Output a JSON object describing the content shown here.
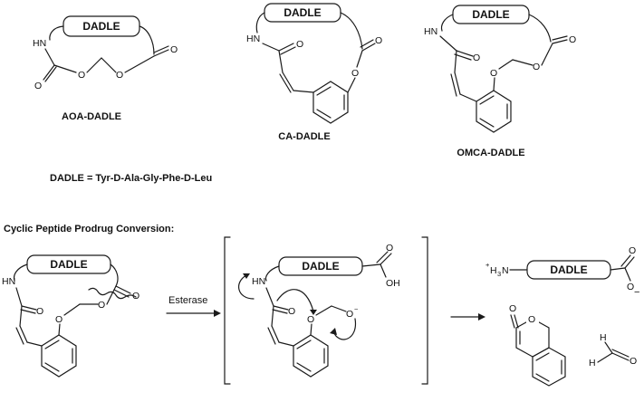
{
  "peptide_box": "DADLE",
  "structures": {
    "aoa": "AOA-DADLE",
    "ca": "CA-DADLE",
    "omca": "OMCA-DADLE"
  },
  "definition": "DADLE = Tyr-D-Ala-Gly-Phe-D-Leu",
  "section_title": "Cyclic Peptide Prodrug Conversion:",
  "reagent": "Esterase",
  "atoms": {
    "nh": "HN",
    "o": "O",
    "oh": "OH",
    "h": "H",
    "nh3_plus": "+",
    "nh3_h": "H",
    "nh3_sub": "3",
    "nh3_n": "N",
    "minus": "−"
  }
}
